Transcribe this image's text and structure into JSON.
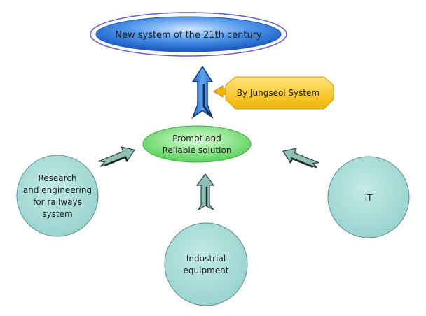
{
  "header": {
    "title": "New system of the 21th century"
  },
  "callout": {
    "text": "By Jungseol System"
  },
  "center": {
    "line1": "Prompt and",
    "line2": "Reliable solution"
  },
  "nodes": {
    "research": [
      "Research",
      "and engineering",
      "for railways",
      "system"
    ],
    "it": [
      "IT"
    ],
    "industrial": [
      "Industrial",
      "equipment"
    ]
  },
  "colors": {
    "title_fill": "#2f7fe0",
    "callout_fill": "#f5c200",
    "center_fill": "#7fe07f",
    "circle_fill": "#a8dcd8",
    "arrow_fill": "#8fbfb7",
    "up_arrow_fill": "#3d86dc"
  }
}
